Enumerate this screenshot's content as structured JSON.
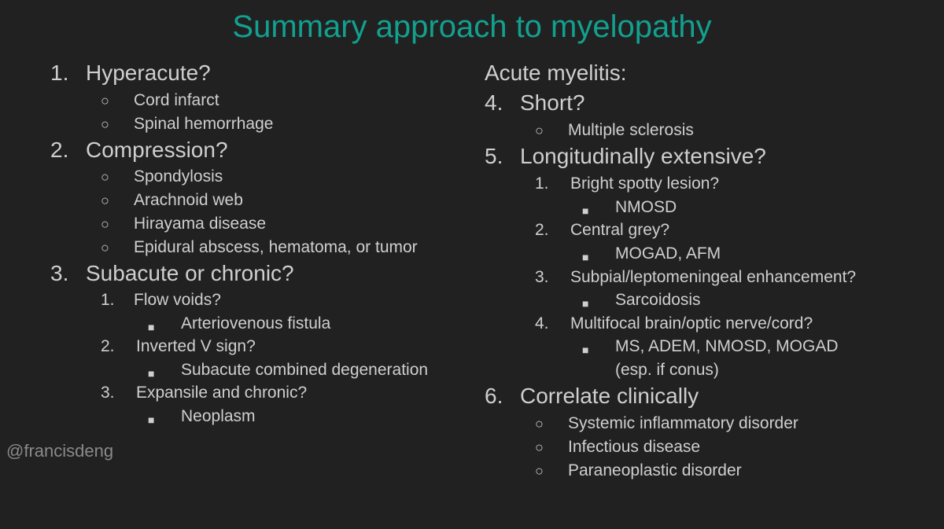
{
  "title": "Summary approach to myelopathy",
  "watermark": "@francisdeng",
  "left": {
    "h1": {
      "num": "1.",
      "text": "Hyperacute?"
    },
    "h1_items": [
      "Cord infarct",
      "Spinal hemorrhage"
    ],
    "h2": {
      "num": "2.",
      "text": "Compression?"
    },
    "h2_items": [
      "Spondylosis",
      "Arachnoid web",
      "Hirayama disease",
      "Epidural abscess, hematoma, or tumor"
    ],
    "h3": {
      "num": "3.",
      "text": "Subacute or chronic?"
    },
    "h3_sub": [
      {
        "num": "1.",
        "text": "Flow voids?",
        "bullet": "Arteriovenous fistula"
      },
      {
        "num": "2.",
        "text": "Inverted V sign?",
        "bullet": "Subacute combined degeneration"
      },
      {
        "num": "3.",
        "text": "Expansile and chronic?",
        "bullet": "Neoplasm"
      }
    ]
  },
  "right": {
    "heading": "Acute myelitis:",
    "h4": {
      "num": "4.",
      "text": "Short?"
    },
    "h4_items": [
      "Multiple sclerosis"
    ],
    "h5": {
      "num": "5.",
      "text": "Longitudinally extensive?"
    },
    "h5_sub": [
      {
        "num": "1.",
        "text": "Bright spotty lesion?",
        "bullet": "NMOSD"
      },
      {
        "num": "2.",
        "text": "Central grey?",
        "bullet": "MOGAD, AFM"
      },
      {
        "num": "3.",
        "text": "Subpial/leptomeningeal enhancement?",
        "bullet": "Sarcoidosis"
      },
      {
        "num": "4.",
        "text": "Multifocal brain/optic nerve/cord?",
        "bullet": "MS, ADEM, NMOSD, MOGAD",
        "bullet_cont": "(esp. if conus)"
      }
    ],
    "h6": {
      "num": "6.",
      "text": "Correlate clinically"
    },
    "h6_items": [
      "Systemic inflammatory disorder",
      "Infectious disease",
      "Paraneoplastic disorder"
    ]
  },
  "markers": {
    "circle": "○",
    "square": "■"
  }
}
